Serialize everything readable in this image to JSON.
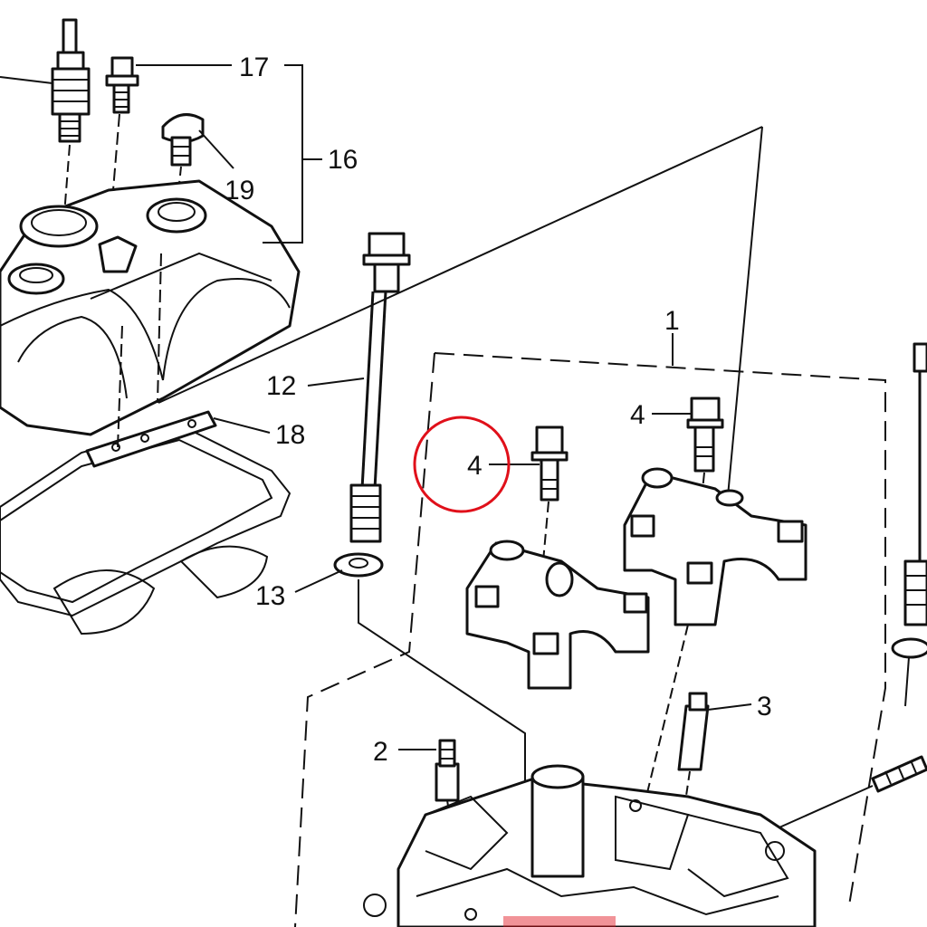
{
  "diagram": {
    "callouts": {
      "c1": "1",
      "c2": "2",
      "c3": "3",
      "c4a": "4",
      "c4b": "4",
      "c12": "12",
      "c13": "13",
      "c16": "16",
      "c17": "17",
      "c18": "18",
      "c19": "19"
    },
    "highlight": {
      "target": "4",
      "color": "#e0101a"
    }
  }
}
